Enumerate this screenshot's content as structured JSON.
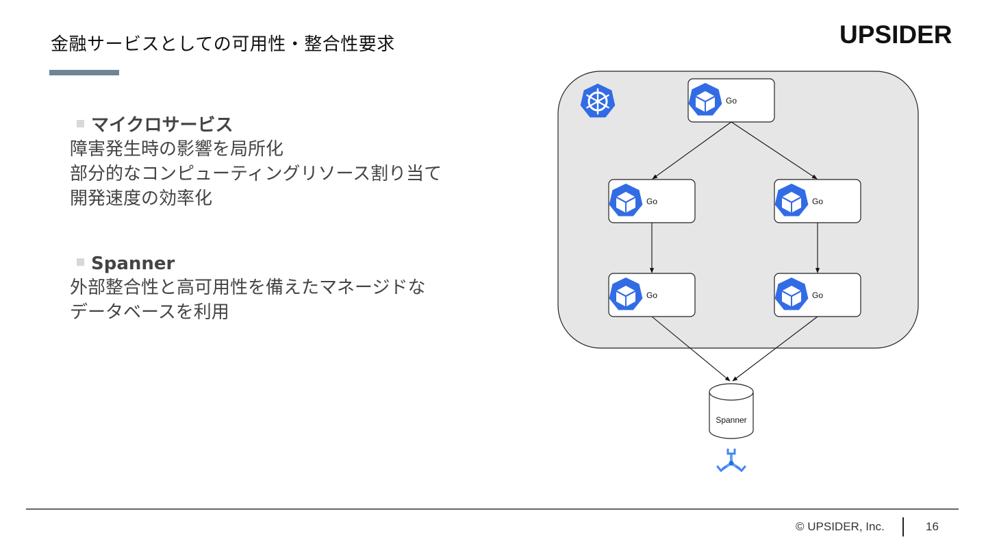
{
  "slide": {
    "title": "金融サービスとしての可用性・整合性要求",
    "logo": "UPSIDER"
  },
  "sections": [
    {
      "heading": "マイクロサービス",
      "lines": [
        "障害発生時の影響を局所化",
        "部分的なコンピューティングリソース割り当て",
        "開発速度の効率化"
      ]
    },
    {
      "heading": "Spanner",
      "lines": [
        "外部整合性と高可用性を備えたマネージドな",
        "データベースを利用"
      ]
    }
  ],
  "diagram": {
    "cluster_icon": "kubernetes-helm-icon",
    "service_icon": "container-cube-icon",
    "database_icon": "spanner-icon",
    "service_label": "Go",
    "services": [
      "Go",
      "Go",
      "Go",
      "Go",
      "Go"
    ],
    "database_label": "Spanner",
    "accent_color": "#326ce5",
    "cluster_fill": "#e6e6e6"
  },
  "footer": {
    "copyright": "© UPSIDER, Inc.",
    "page_number": "16"
  }
}
